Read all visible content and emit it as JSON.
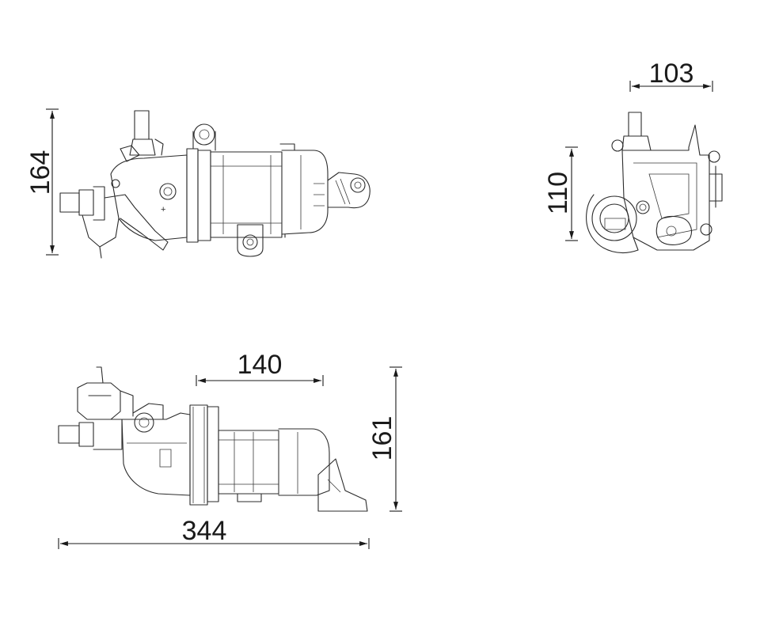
{
  "dimensions": {
    "height_side": "164",
    "width_end": "103",
    "height_end": "110",
    "depth_top": "140",
    "height_top": "161",
    "length_total": "344"
  },
  "marks": {
    "plus": "+"
  },
  "colors": {
    "line": "#2b2b2b",
    "background": "#ffffff"
  }
}
